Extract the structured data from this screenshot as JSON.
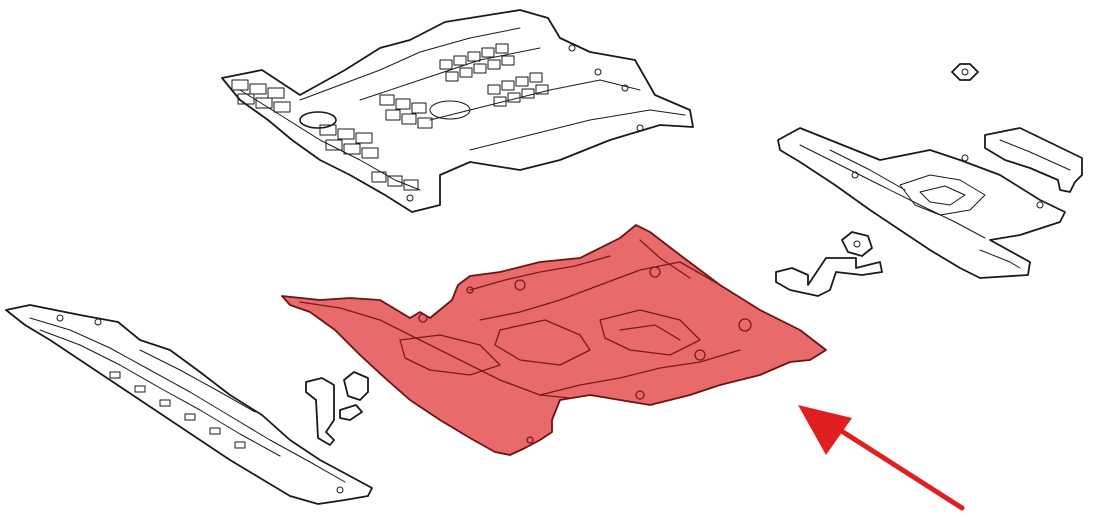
{
  "diagram": {
    "highlight_color": "#e86a6a",
    "arrow_color": "#e02020",
    "line_color": "#1a1a1a",
    "background": "#ffffff",
    "parts": [
      {
        "name": "upper-floor-panel",
        "highlighted": false
      },
      {
        "name": "right-rear-panel",
        "highlighted": false
      },
      {
        "name": "right-bracket",
        "highlighted": false
      },
      {
        "name": "small-clip-top-right",
        "highlighted": false
      },
      {
        "name": "center-underbody-panel",
        "highlighted": true
      },
      {
        "name": "left-side-rail",
        "highlighted": false
      },
      {
        "name": "left-bracket",
        "highlighted": false
      }
    ]
  }
}
